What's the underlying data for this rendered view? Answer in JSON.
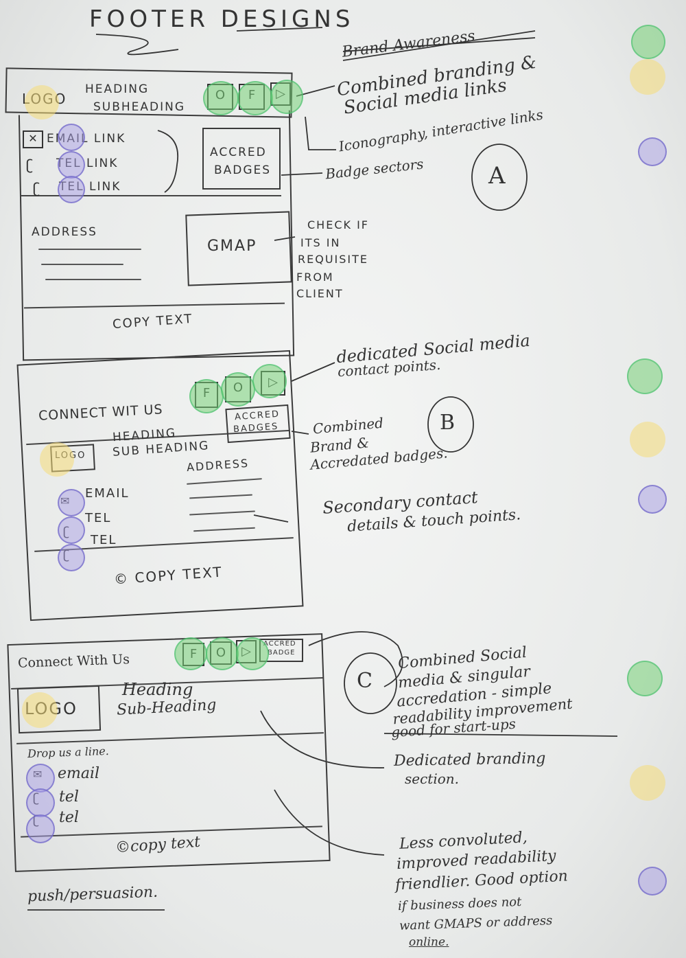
{
  "title": "FOOTER DESIGNS",
  "brand_awareness": "Brand Awareness",
  "design_a": {
    "label": "A",
    "logo": "LOGO",
    "heading": "HEADING",
    "subheading": "SUBHEADING",
    "icons": [
      "O",
      "F",
      "▷"
    ],
    "email": "EMAIL LINK",
    "tel1": "TEL LINK",
    "tel2": "TEL LINK",
    "badges_line1": "ACCRED",
    "badges_line2": "BADGES",
    "address": "ADDRESS",
    "gmap": "GMAP",
    "copy": "COPY TEXT",
    "note_combined_1": "Combined branding &",
    "note_combined_2": "Social media links",
    "note_icon": "Iconography, interactive links",
    "note_badge": "Badge sectors",
    "note_check_1": "CHECK IF",
    "note_check_2": "ITS IN",
    "note_check_3": "REQUISITE",
    "note_check_4": "FROM",
    "note_check_5": "CLIENT"
  },
  "design_b": {
    "label": "B",
    "connect": "CONNECT WIT US",
    "icons": [
      "F",
      "O",
      "▷"
    ],
    "heading": "HEADING",
    "subheading": "SUB HEADING",
    "badges_line1": "ACCRED",
    "badges_line2": "BADGES",
    "logo": "LOGO",
    "address": "ADDRESS",
    "email": "EMAIL",
    "tel1": "TEL",
    "tel2": "TEL",
    "copy": "© COPY TEXT",
    "note_dedicated_1": "dedicated Social media",
    "note_dedicated_2": "contact points.",
    "note_combined_1": "Combined",
    "note_combined_2": "Brand &",
    "note_combined_3": "Accredated badges.",
    "note_secondary_1": "Secondary contact",
    "note_secondary_2": "details & touch points."
  },
  "design_c": {
    "label": "C",
    "connect": "Connect With Us",
    "icons": [
      "F",
      "O",
      "▷"
    ],
    "badges_line1": "ACCRED",
    "badges_line2": "BADGE",
    "logo": "LOGO",
    "heading": "Heading",
    "subheading": "Sub-Heading",
    "drop": "Drop us a line.",
    "email": "email",
    "tel1": "tel",
    "tel2": "tel",
    "copy": "©copy text",
    "note_combined_1": "Combined Social",
    "note_combined_2": "media & singular",
    "note_combined_3": "accredation - simple",
    "note_combined_4": "readability improvement",
    "note_combined_5": "good for start-ups",
    "note_dedicated_1": "Dedicated branding",
    "note_dedicated_2": "section.",
    "note_less_1": "Less convoluted,",
    "note_less_2": "improved readability",
    "note_less_3": "friendlier. Good option",
    "note_less_4": "if business does not",
    "note_less_5": "want GMAPS or address",
    "note_less_6": "online."
  },
  "push": "push/persuasion.",
  "colors": {
    "green": "#78d278",
    "yellow": "#f5dc78",
    "purple": "#aaa0e6"
  }
}
